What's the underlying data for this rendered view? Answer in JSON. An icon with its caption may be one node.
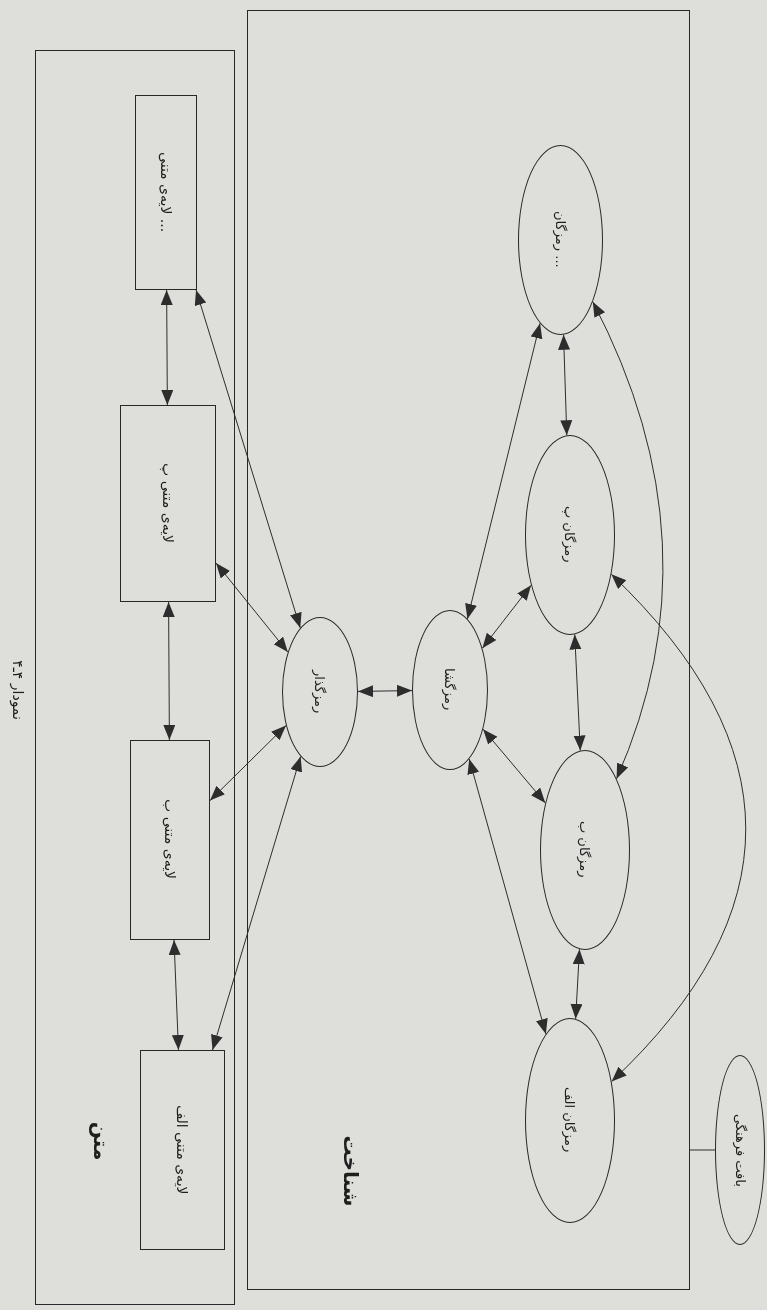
{
  "diagram": {
    "caption": "نمودار ۴ـ۴",
    "nodes": [
      {
        "text": [
          "متن"
        ]
      },
      {
        "text": [
          "شناخت"
        ]
      },
      {
        "text": [
          "لایه‌ی متنی الف"
        ],
        "in": 0
      },
      {
        "text": [
          "لایه‌ی متنی ب"
        ],
        "in": 0
      },
      {
        "text": [
          "لایه‌ی متنی پ"
        ],
        "in": 0
      },
      {
        "text": [
          "لایه‌ی متنی ..."
        ],
        "in": 0
      },
      {
        "text": [
          "رمزگذار"
        ],
        "in": 1
      },
      {
        "text": [
          "رمزگشا"
        ],
        "in": 1
      },
      {
        "text": [
          "رمزگان الف"
        ],
        "in": 1
      },
      {
        "text": [
          "رمزگان ب"
        ],
        "in": 1
      },
      {
        "text": [
          "رمزگان پ"
        ],
        "in": 1
      },
      {
        "text": [
          "رمزگان ..."
        ],
        "in": 1
      },
      {
        "text": [
          "بافت فرهنگی"
        ]
      }
    ],
    "edges": [
      {
        "from": 2,
        "to": 3,
        "arrow": "both"
      },
      {
        "from": 3,
        "to": 4,
        "arrow": "both"
      },
      {
        "from": 4,
        "to": 5,
        "arrow": "both"
      },
      {
        "from": 6,
        "to": 2,
        "arrow": "both"
      },
      {
        "from": 6,
        "to": 3,
        "arrow": "both"
      },
      {
        "from": 6,
        "to": 4,
        "arrow": "both"
      },
      {
        "from": 6,
        "to": 5,
        "arrow": "both"
      },
      {
        "from": 6,
        "to": 7,
        "arrow": "both"
      },
      {
        "from": 7,
        "to": 8,
        "arrow": "both"
      },
      {
        "from": 7,
        "to": 9,
        "arrow": "both"
      },
      {
        "from": 7,
        "to": 10,
        "arrow": "both"
      },
      {
        "from": 7,
        "to": 11,
        "arrow": "both"
      },
      {
        "from": 8,
        "to": 9,
        "arrow": "both"
      },
      {
        "from": 9,
        "to": 10,
        "arrow": "both"
      },
      {
        "from": 10,
        "to": 11,
        "arrow": "both"
      },
      {
        "from": 11,
        "to": 9,
        "arrow": "both"
      },
      {
        "from": 10,
        "to": 8,
        "arrow": "both"
      },
      {
        "from": 12,
        "to": 1,
        "arrow": "none"
      }
    ]
  }
}
